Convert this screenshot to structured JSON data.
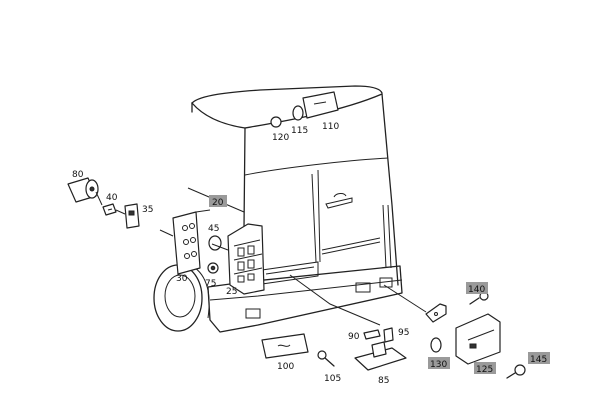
{
  "parts": [
    {
      "id": "p80",
      "label": "80",
      "highlighted": false
    },
    {
      "id": "p40",
      "label": "40",
      "highlighted": false
    },
    {
      "id": "p35",
      "label": "35",
      "highlighted": false
    },
    {
      "id": "p20",
      "label": "20",
      "highlighted": true
    },
    {
      "id": "p45",
      "label": "45",
      "highlighted": false
    },
    {
      "id": "p30",
      "label": "30",
      "highlighted": false
    },
    {
      "id": "p75",
      "label": "75",
      "highlighted": false
    },
    {
      "id": "p25",
      "label": "25",
      "highlighted": false
    },
    {
      "id": "p120",
      "label": "120",
      "highlighted": false
    },
    {
      "id": "p115",
      "label": "115",
      "highlighted": false
    },
    {
      "id": "p110",
      "label": "110",
      "highlighted": false
    },
    {
      "id": "p100",
      "label": "100",
      "highlighted": false
    },
    {
      "id": "p105",
      "label": "105",
      "highlighted": false
    },
    {
      "id": "p90",
      "label": "90",
      "highlighted": false
    },
    {
      "id": "p95",
      "label": "95",
      "highlighted": false
    },
    {
      "id": "p85",
      "label": "85",
      "highlighted": false
    },
    {
      "id": "p140",
      "label": "140",
      "highlighted": true
    },
    {
      "id": "p130",
      "label": "130",
      "highlighted": true
    },
    {
      "id": "p125",
      "label": "125",
      "highlighted": true
    },
    {
      "id": "p145",
      "label": "145",
      "highlighted": true
    }
  ],
  "colors": {
    "highlight": "#9a9a9a",
    "ink": "#222222"
  }
}
